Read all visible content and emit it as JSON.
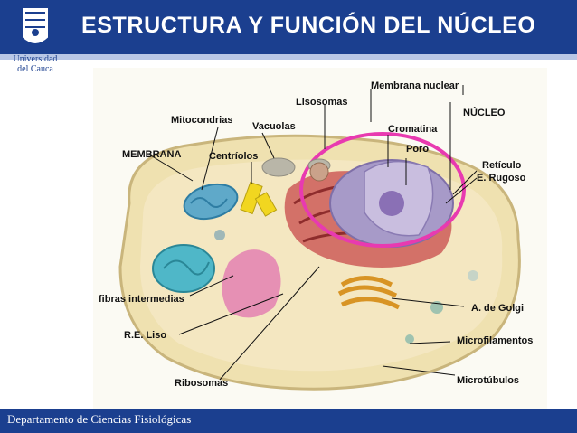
{
  "slide": {
    "title": "ESTRUCTURA Y FUNCIÓN DEL NÚCLEO",
    "footer": "Departamento de Ciencias Fisiológicas",
    "logo_lines": [
      "Universidad",
      "del Cauca"
    ]
  },
  "diagram": {
    "labels": {
      "membrana_nuclear": "Membrana nuclear",
      "nucleo": "NÚCLEO",
      "lisosomas": "Lisosomas",
      "mitocondrias": "Mitocondrias",
      "vacuolas": "Vacuolas",
      "cromatina": "Cromatina",
      "poro": "Poro",
      "membrana": "MEMBRANA",
      "centriolos": "Centríolos",
      "reticulo": "Retículo",
      "e_rugoso": "E. Rugoso",
      "fibras_intermedias": "fibras intermedias",
      "a_de_golgi": "A. de Golgi",
      "re_liso": "R.E. Liso",
      "microfilamentos": "Microfilamentos",
      "ribosomas": "Ribosomas",
      "microtubulos": "Microtúbulos"
    },
    "highlight_color": "#e83ab0"
  }
}
